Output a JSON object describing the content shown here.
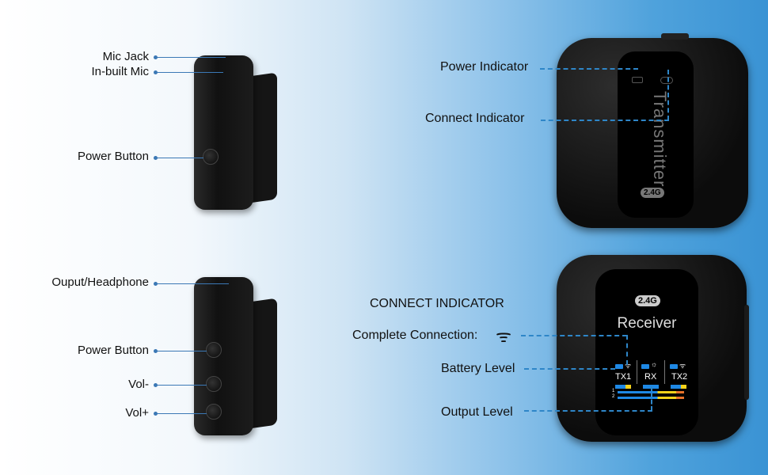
{
  "transmitter_side": {
    "mic_jack": "Mic Jack",
    "inbuilt_mic": "In-built Mic",
    "power_button": "Power Button"
  },
  "receiver_side": {
    "output": "Ouput/Headphone",
    "power_button": "Power Button",
    "vol_minus": "Vol-",
    "vol_plus": "Vol+"
  },
  "transmitter_front": {
    "power_indicator": "Power Indicator",
    "connect_indicator": "Connect  Indicator",
    "screen_title": "Transmitter",
    "badge": "2.4G"
  },
  "receiver_front": {
    "heading": "CONNECT INDICATOR",
    "complete_connection": "Complete Connection:",
    "battery_level": "Battery Level",
    "output_level": "Output Level",
    "badge": "2.4G",
    "screen_title": "Receiver",
    "tx1": "TX1",
    "rx": "RX",
    "tx2": "TX2",
    "ch1": "1",
    "ch2": "2"
  },
  "colors": {
    "line": "#3b78b5",
    "dash": "#2e86c8",
    "level_blue": "#1e88e5",
    "level_yellow": "#f5d21a",
    "level_orange": "#e8732a"
  }
}
